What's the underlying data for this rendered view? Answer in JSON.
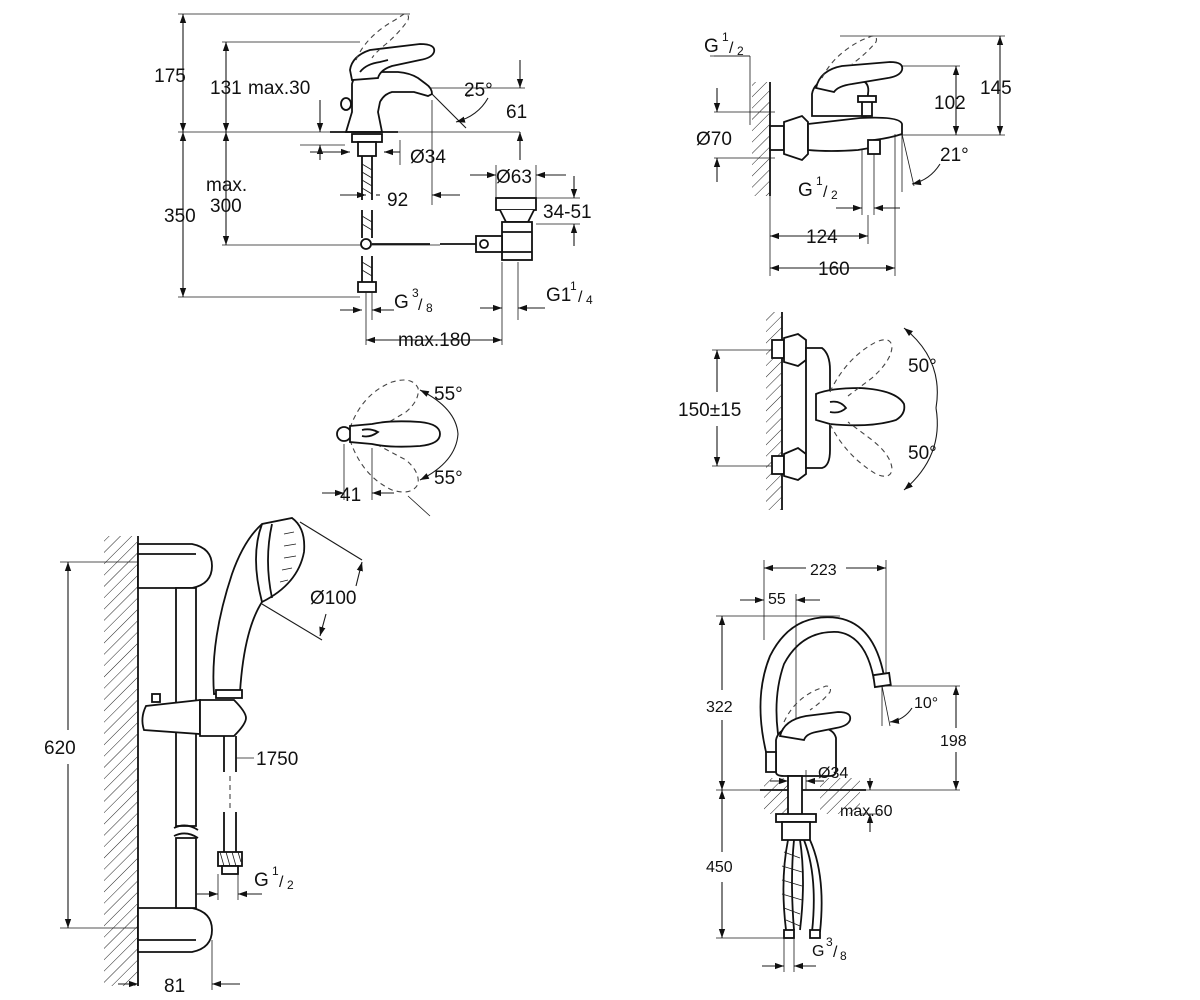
{
  "basin_mixer": {
    "side": {
      "total_height": "175",
      "spout_height": "131",
      "lever_travel": "max.30",
      "lever_angle": "25°",
      "spout_reach_height": "61",
      "hole_diameter": "Ø34",
      "spout_reach": "92",
      "below_height": "350",
      "deck_thickness": "max.",
      "deck_thickness_2": "300",
      "waste_diameter": "Ø63",
      "waste_range": "34-51",
      "connection_a": "G",
      "connection_a_num": "3",
      "connection_a_den": "8",
      "connection_b": "G1",
      "connection_b_num": "1",
      "connection_b_den": "4",
      "waste_offset": "max.180"
    },
    "top": {
      "angle_up": "55°",
      "angle_down": "55°",
      "lever_width": "41"
    }
  },
  "bath_mixer": {
    "side": {
      "connection_top": "G",
      "connection_top_num": "1",
      "connection_top_den": "2",
      "escutcheon_diameter": "Ø70",
      "lever_height": "102",
      "total_height": "145",
      "spout_angle": "21°",
      "connection_bottom": "G",
      "connection_bottom_num": "1",
      "connection_bottom_den": "2",
      "spout_reach": "124",
      "total_reach": "160"
    },
    "front": {
      "angle_up": "50°",
      "angle_down": "50°",
      "centres": "150±15"
    }
  },
  "shower_set": {
    "rail_length": "620",
    "head_diameter": "Ø100",
    "hose_length": "1750",
    "connection": "G",
    "connection_num": "1",
    "connection_den": "2",
    "wall_distance": "81"
  },
  "sink_mixer": {
    "reach": "223",
    "lever_offset": "55",
    "spout_height": "322",
    "spout_angle": "10°",
    "outlet_height": "198",
    "hole_diameter": "Ø34",
    "deck_thickness": "max.60",
    "below_height": "450",
    "connection": "G",
    "connection_num": "3",
    "connection_den": "8"
  }
}
